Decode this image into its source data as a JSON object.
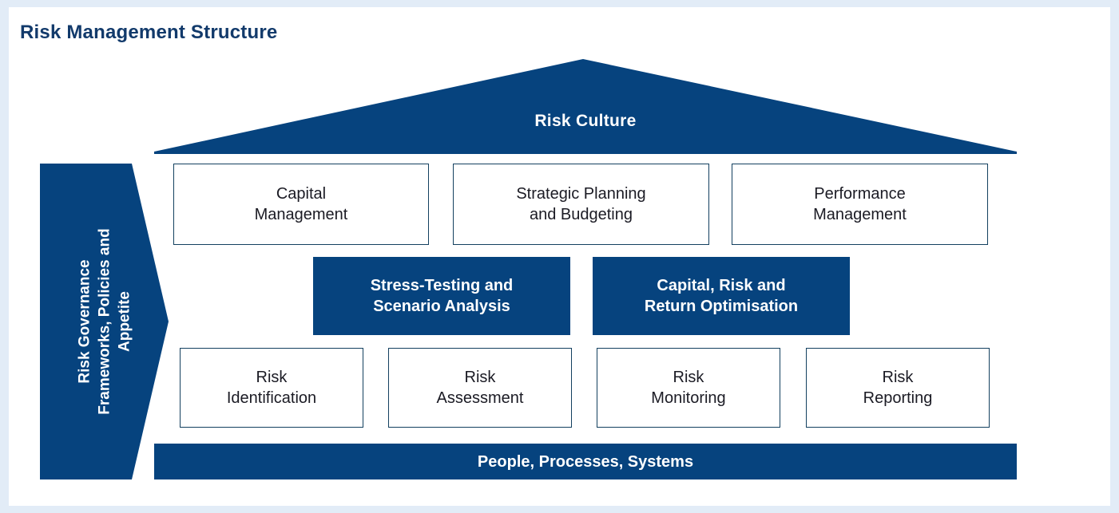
{
  "page_title": "Risk Management Structure",
  "colors": {
    "navy": "#06437e",
    "title_navy": "#123a6b",
    "box_border": "#13405f",
    "box_text": "#1b1b24",
    "frame": "#e2ecf7",
    "white": "#ffffff"
  },
  "diagram": {
    "type": "house-framework",
    "roof": {
      "label": "Risk Culture",
      "style": "filled-navy"
    },
    "left_pillar": {
      "label": "Risk Governance\nFrameworks, Policies and\nAppetite",
      "label_plain": "Risk Governance Frameworks, Policies and Appetite",
      "style": "filled-navy-arrow",
      "orientation": "vertical-rotated"
    },
    "rows": [
      {
        "name": "top-row",
        "style": "outline",
        "nodes": [
          {
            "key": "capital-management",
            "label": "Capital\nManagement"
          },
          {
            "key": "strategic-planning",
            "label": "Strategic Planning\nand Budgeting"
          },
          {
            "key": "performance-management",
            "label": "Performance\nManagement"
          }
        ]
      },
      {
        "name": "middle-row",
        "style": "filled-navy",
        "nodes": [
          {
            "key": "stress-testing",
            "label": "Stress-Testing and\nScenario Analysis"
          },
          {
            "key": "capital-risk-return",
            "label": "Capital, Risk and\nReturn Optimisation"
          }
        ]
      },
      {
        "name": "bottom-row",
        "style": "outline",
        "nodes": [
          {
            "key": "risk-identification",
            "label": "Risk\nIdentification"
          },
          {
            "key": "risk-assessment",
            "label": "Risk\nAssessment"
          },
          {
            "key": "risk-monitoring",
            "label": "Risk\nMonitoring"
          },
          {
            "key": "risk-reporting",
            "label": "Risk\nReporting"
          }
        ]
      }
    ],
    "foundation": {
      "label": "People, Processes, Systems",
      "style": "filled-navy"
    }
  }
}
